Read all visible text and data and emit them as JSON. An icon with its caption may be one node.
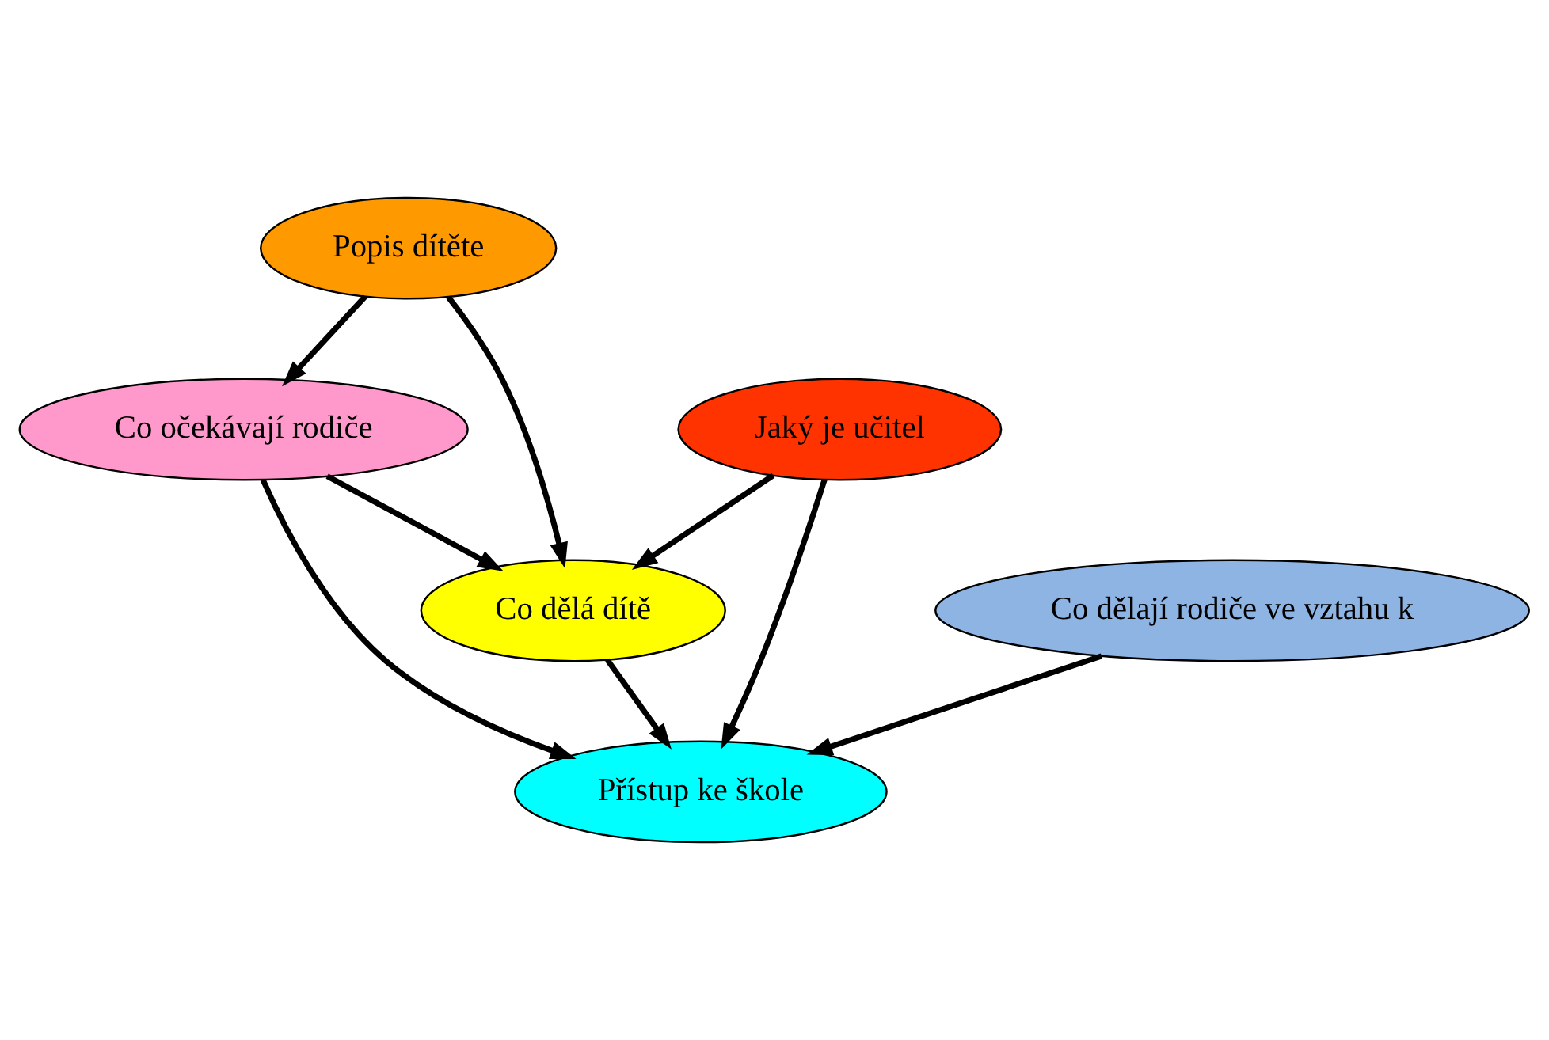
{
  "diagram": {
    "nodes": [
      {
        "text": [
          "Co dělá dítě"
        ]
      },
      {
        "text": [
          "Popis dítěte"
        ]
      },
      {
        "text": [
          "Jaký je učitel"
        ]
      },
      {
        "text": [
          "Přístup ke škole"
        ]
      },
      {
        "text": [
          "Co očekávají rodiče"
        ]
      },
      {
        "text": [
          "Co dělají rodiče ve vztahu k"
        ]
      }
    ],
    "edges": [
      {
        "from": 1,
        "to": 0,
        "arrow": "to"
      },
      {
        "from": 2,
        "to": 0,
        "arrow": "to"
      },
      {
        "from": 0,
        "to": 3,
        "arrow": "to"
      },
      {
        "from": 2,
        "to": 3,
        "arrow": "to"
      },
      {
        "from": 1,
        "to": 4,
        "arrow": "to"
      },
      {
        "from": 4,
        "to": 0,
        "arrow": "to"
      },
      {
        "from": 4,
        "to": 3,
        "arrow": "to"
      },
      {
        "from": 5,
        "to": 3,
        "arrow": "to"
      }
    ]
  }
}
